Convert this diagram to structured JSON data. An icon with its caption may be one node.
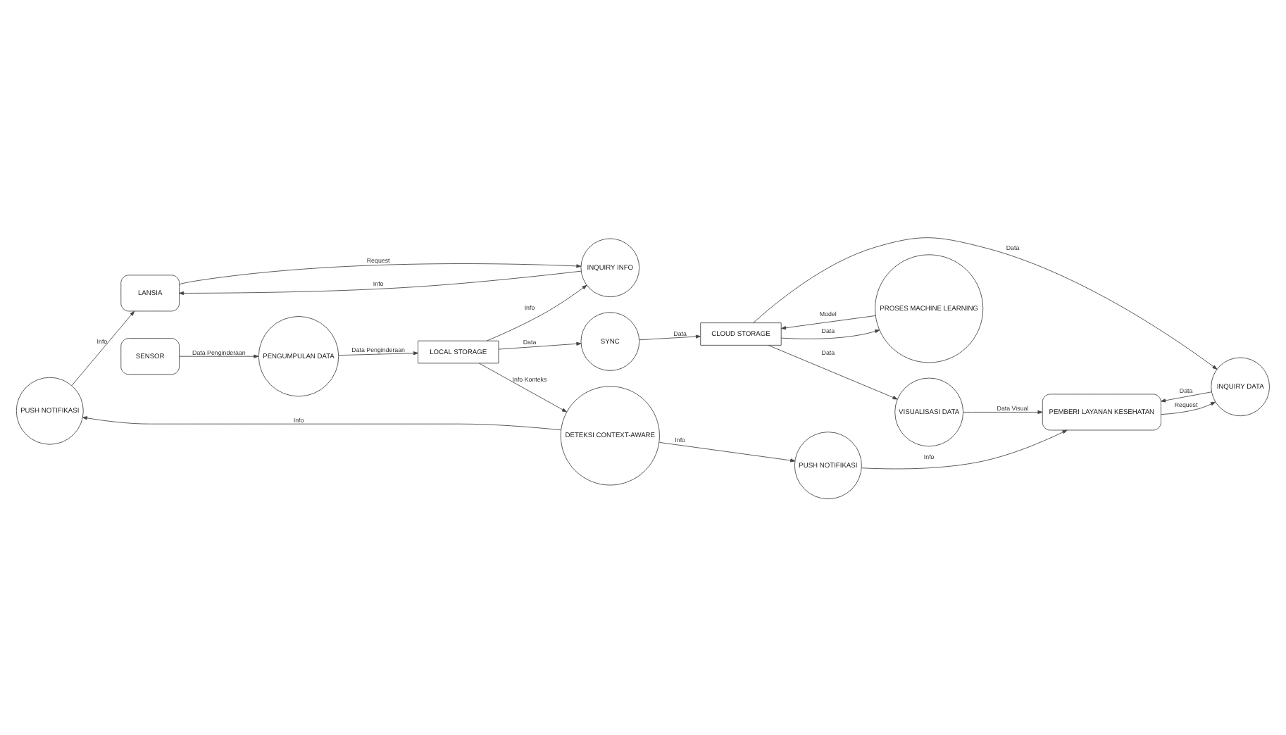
{
  "diagram": {
    "nodes": [
      {
        "text": [
          "PUSH NOTIFIKASI"
        ]
      },
      {
        "text": [
          "LANSIA"
        ]
      },
      {
        "text": [
          "INQUIRY INFO"
        ]
      },
      {
        "text": [
          "SENSOR"
        ]
      },
      {
        "text": [
          "PENGUMPULAN DATA"
        ]
      },
      {
        "text": [
          "DETEKSI CONTEXT-AWARE"
        ]
      },
      {
        "text": [
          "PUSH NOTIFIKASI"
        ]
      },
      {
        "text": [
          "SYNC"
        ]
      },
      {
        "text": [
          "LOCAL STORAGE"
        ]
      },
      {
        "text": [
          "INQUIRY DATA"
        ]
      },
      {
        "text": [
          "PEMBERI LAYANAN KESEHATAN"
        ]
      },
      {
        "text": [
          "VISUALISASI DATA"
        ]
      },
      {
        "text": [
          "CLOUD STORAGE"
        ]
      },
      {
        "text": [
          "PROSES MACHINE LEARNING"
        ]
      }
    ],
    "edges": [
      {
        "from": 5,
        "to": 0,
        "arrow": "to",
        "label": "Info"
      },
      {
        "from": 0,
        "to": 1,
        "arrow": "to",
        "label": "Info"
      },
      {
        "from": 2,
        "to": 1,
        "arrow": "to",
        "label": "Info"
      },
      {
        "from": 1,
        "to": 2,
        "arrow": "to",
        "label": "Request"
      },
      {
        "from": 3,
        "to": 4,
        "arrow": "to",
        "label": "Data Penginderaan"
      },
      {
        "from": 4,
        "to": 8,
        "arrow": "to",
        "label": "Data Penginderaan"
      },
      {
        "from": 8,
        "to": 2,
        "arrow": "to",
        "label": "Info"
      },
      {
        "from": 8,
        "to": 5,
        "arrow": "to",
        "label": "Info Konteks"
      },
      {
        "from": 5,
        "to": 6,
        "arrow": "to",
        "label": "Info"
      },
      {
        "from": 6,
        "to": 10,
        "arrow": "to",
        "label": "Info"
      },
      {
        "from": 8,
        "to": 7,
        "arrow": "to",
        "label": "Data"
      },
      {
        "from": 7,
        "to": 12,
        "arrow": "to",
        "label": "Data"
      },
      {
        "from": 12,
        "to": 9,
        "arrow": "to",
        "label": "Data"
      },
      {
        "from": 9,
        "to": 10,
        "arrow": "to",
        "label": "Data"
      },
      {
        "from": 10,
        "to": 9,
        "arrow": "to",
        "label": "Request"
      },
      {
        "from": 12,
        "to": 11,
        "arrow": "to",
        "label": "Data"
      },
      {
        "from": 11,
        "to": 10,
        "arrow": "to",
        "label": "Data Visual"
      },
      {
        "from": 13,
        "to": 12,
        "arrow": "to",
        "label": "Model"
      },
      {
        "from": 12,
        "to": 13,
        "arrow": "to",
        "label": "Data"
      }
    ]
  }
}
